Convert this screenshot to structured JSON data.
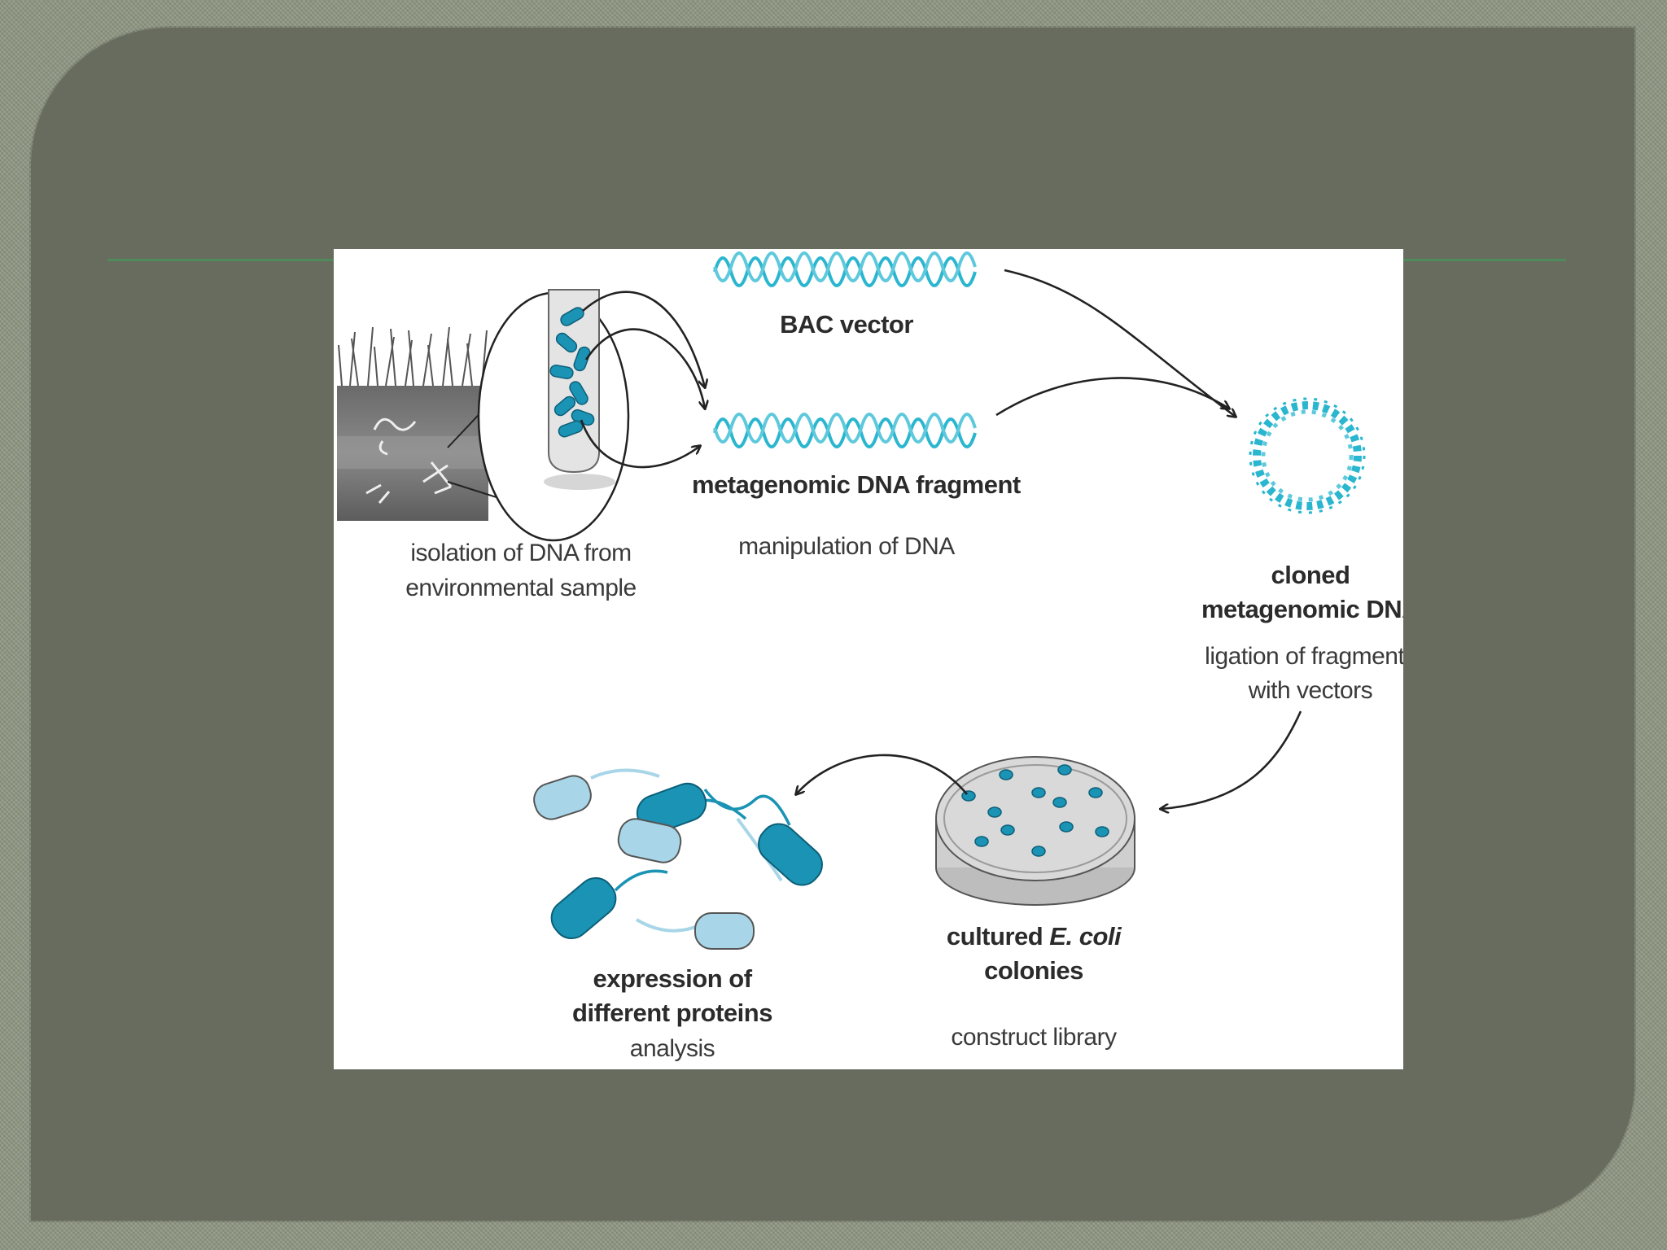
{
  "colors": {
    "dna": "#2bb6cf",
    "cell_dark": "#1a93b4",
    "cell_light": "#a8d6e8",
    "slide": "#676c5e",
    "accent_rule": "#4f8a5a"
  },
  "figure": {
    "labels": {
      "bac_vector": "BAC vector",
      "metagenomic_fragment": "metagenomic DNA fragment",
      "manipulation": "manipulation of DNA",
      "isolation_line1": "isolation of DNA from",
      "isolation_line2": "environmental sample",
      "cloned_line1": "cloned",
      "cloned_line2": "metagenomic DNA",
      "ligation_line1": "ligation of fragments",
      "ligation_line2": "with vectors",
      "cultured_prefix": "cultured ",
      "cultured_italic": "E. coli",
      "cultured_line2": "colonies",
      "construct": "construct library",
      "expression_line1": "expression of",
      "expression_line2": "different proteins",
      "analysis": "analysis"
    }
  }
}
